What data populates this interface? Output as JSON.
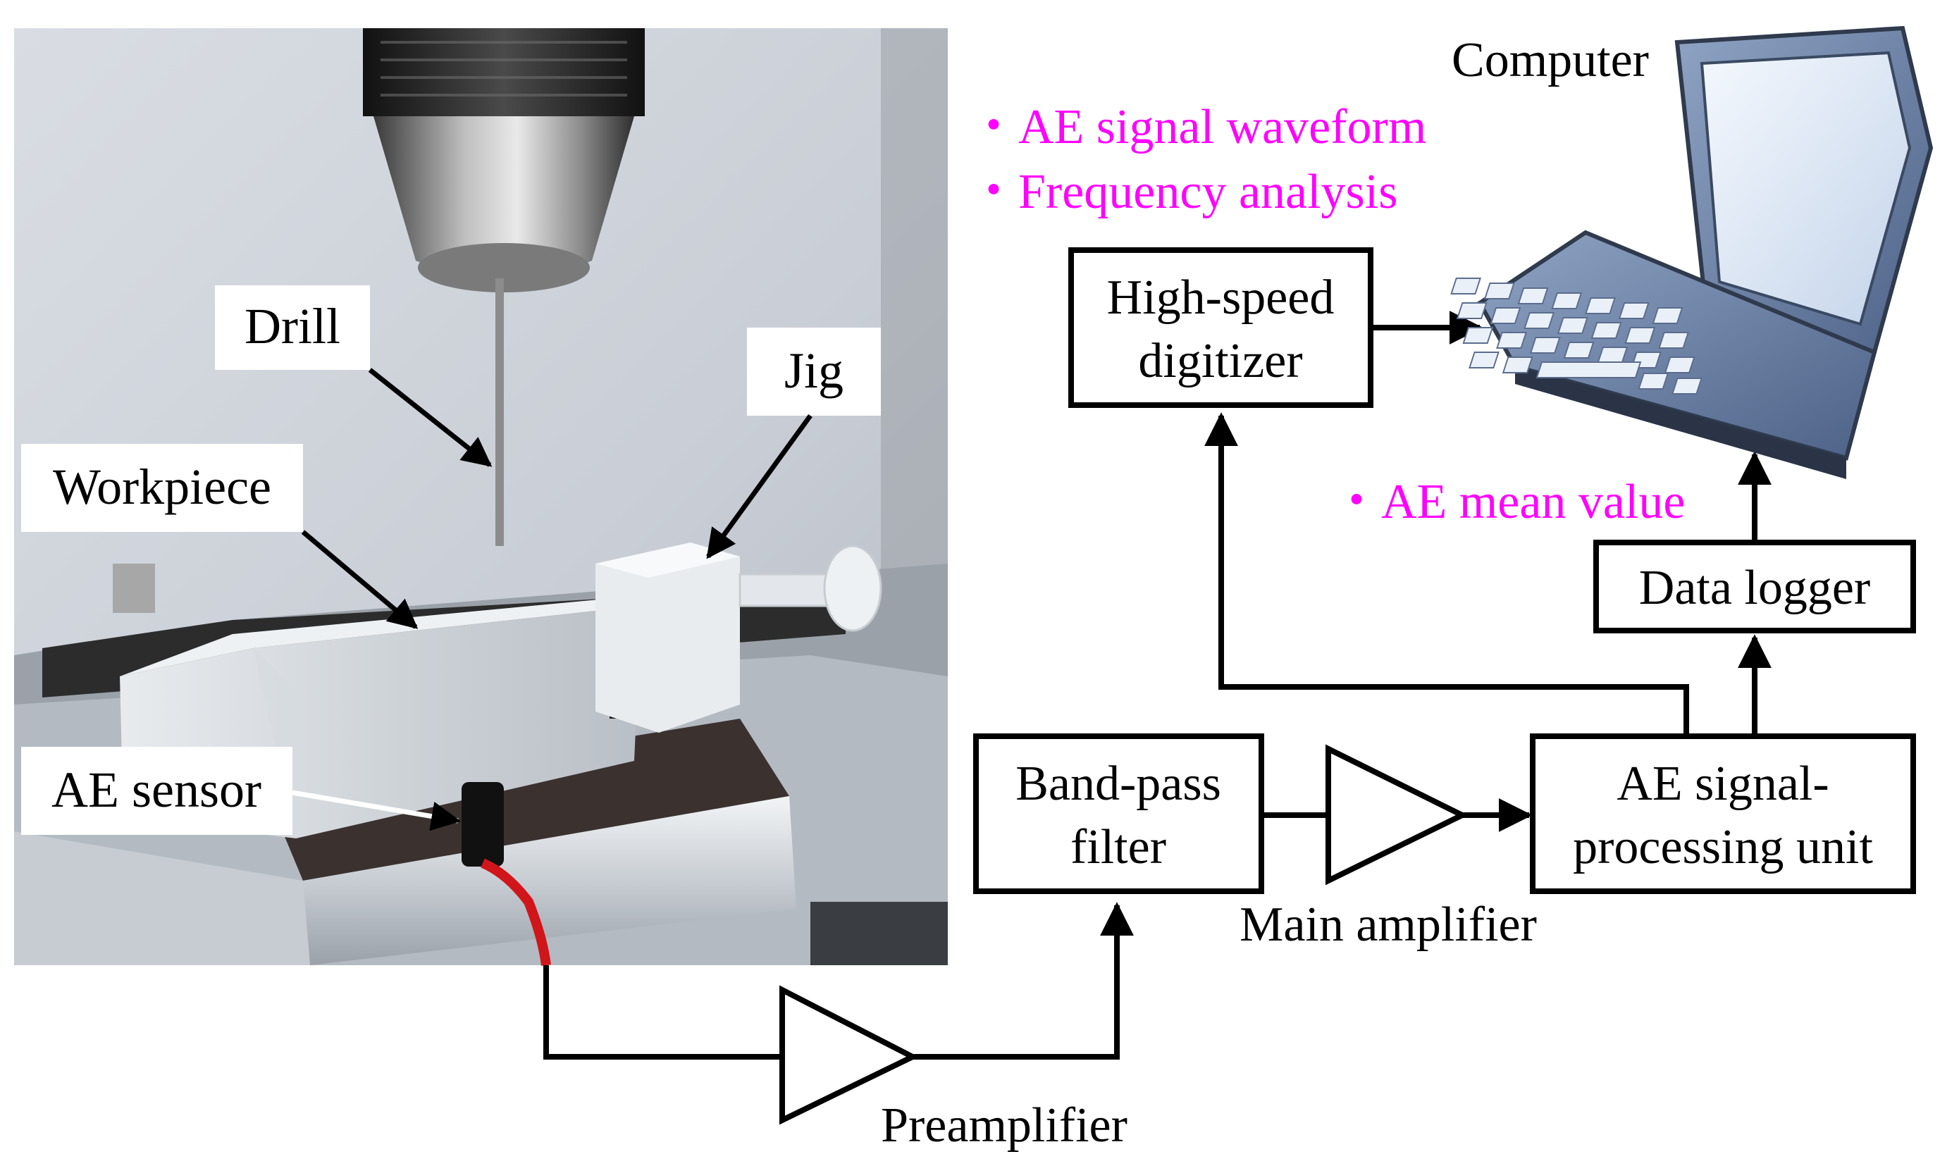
{
  "photo": {
    "labels": {
      "drill": "Drill",
      "jig": "Jig",
      "workpiece": "Workpiece",
      "ae_sensor": "AE sensor"
    }
  },
  "blocks": {
    "band_pass": [
      "Band-pass",
      "filter"
    ],
    "ae_unit": [
      "AE signal-",
      "processing unit"
    ],
    "digitizer": [
      "High-speed",
      "digitizer"
    ],
    "logger": "Data logger"
  },
  "amplifiers": {
    "main": "Main amplifier",
    "pre": "Preamplifier"
  },
  "computer": {
    "label": "Computer"
  },
  "notes": {
    "waveform": "・AE signal waveform",
    "frequency": "・Frequency analysis",
    "mean": "・AE mean value"
  },
  "colors": {
    "note": "#ff00ff",
    "line": "#000000",
    "cable": "#d0161b",
    "laptop_body": "#6f85a8",
    "laptop_screen": "#dde8f5"
  }
}
